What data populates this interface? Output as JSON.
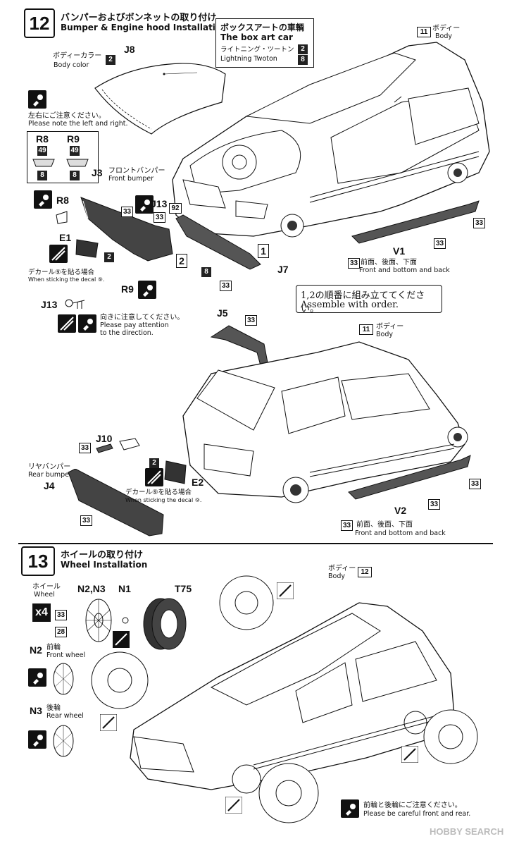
{
  "step12": {
    "number": "12",
    "title_jp": "バンパーおよびボンネットの取り付け",
    "title_en": "Bumper & Engine hood Installation",
    "boxart": {
      "title_jp": "ボックスアートの車輌",
      "title_en": "The box art car",
      "color_jp": "ライトニング・ツートン",
      "color_en": "Lightning Twoton",
      "code1": "2",
      "code2": "8"
    },
    "body_ref": {
      "num": "11",
      "jp": "ボディー",
      "en": "Body"
    },
    "j8": {
      "label": "J8",
      "color_jp": "ボディーカラー",
      "color_en": "Body color",
      "code": "2",
      "code_hood": "92"
    },
    "note_lr": {
      "jp": "左右にご注意ください。",
      "en": "Please note the left and right."
    },
    "r8r9": {
      "r8": "R8",
      "r9": "R9",
      "c49": "49",
      "c8": "8"
    },
    "j3": {
      "label": "J3",
      "jp": "フロントバンパー",
      "en": "Front bumper"
    },
    "r8_label": "R8",
    "j13_label": "J13",
    "c33": "33",
    "c92": "92",
    "c2": "2",
    "c8": "8",
    "e1_label": "E1",
    "decal_note": {
      "jp": "デカール⑨を貼る場合",
      "en": "When sticking the decal ⑨."
    },
    "r9_label": "R9",
    "j7_label": "J7",
    "step1": "1",
    "step2": "2",
    "v1": {
      "label": "V1",
      "jp": "前面、後面、下面",
      "en": "Front and bottom and back"
    },
    "order_note": {
      "jp": "1,2の順番に組み立ててください。",
      "en": "Assemble with order."
    },
    "j13_note": {
      "label": "J13",
      "jp": "向きに注意してください。",
      "en1": "Please pay attention",
      "en2": "to the direction."
    },
    "j5_label": "J5",
    "body_ref2": {
      "num": "11",
      "jp": "ボディー",
      "en": "Body"
    },
    "j10_label": "J10",
    "j4": {
      "label": "J4",
      "jp": "リヤバンパー",
      "en": "Rear bumper"
    },
    "e2_label": "E2",
    "decal_note2": {
      "jp": "デカール⑨を貼る場合",
      "en": "When sticking the decal ⑨."
    },
    "v2": {
      "label": "V2",
      "jp": "前面、後面、下面",
      "en": "Front and bottom and back"
    }
  },
  "step13": {
    "number": "13",
    "title_jp": "ホイールの取り付け",
    "title_en": "Wheel Installation",
    "wheel": {
      "jp": "ホイール",
      "en": "Wheel",
      "qty": "x4",
      "n2n3": "N2,N3",
      "n1": "N1",
      "t75": "T75",
      "c33": "33",
      "c28": "28"
    },
    "n2": {
      "label": "N2",
      "jp": "前輪",
      "en": "Front wheel"
    },
    "n3": {
      "label": "N3",
      "jp": "後輪",
      "en": "Rear wheel"
    },
    "body_ref": {
      "num": "12",
      "jp": "ボディー",
      "en": "Body"
    },
    "note_fr": {
      "jp": "前輪と後輪にご注意ください。",
      "en": "Please be careful front and rear."
    }
  },
  "watermark": "HOBBY SEARCH"
}
